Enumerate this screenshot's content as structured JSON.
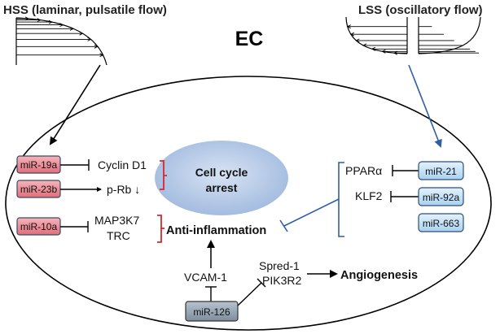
{
  "flows": {
    "hss": "HSS (laminar, pulsatile flow)",
    "lss": "LSS (oscillatory flow)"
  },
  "cell": {
    "label": "EC"
  },
  "left_mirnas": {
    "mir19a": "miR-19a",
    "mir23b": "miR-23b",
    "mir10a": "miR-10a"
  },
  "left_targets": {
    "cyclin_d1": "Cyclin D1",
    "prb": "p-Rb ↓",
    "map3k7": "MAP3K7",
    "trc": "TRC"
  },
  "cell_cycle": {
    "line1": "Cell cycle",
    "line2": "arrest"
  },
  "anti_inflammation": "Anti-inflammation",
  "right_mirnas": {
    "mir21": "miR-21",
    "mir92a": "miR-92a",
    "mir663": "miR-663"
  },
  "right_targets": {
    "ppara": "PPARα",
    "klf2": "KLF2"
  },
  "bottom": {
    "vcam1": "VCAM-1",
    "spred1": "Spred-1",
    "pik3r2": "PIK3R2",
    "angiogenesis": "Angiogenesis",
    "mir126": "miR-126"
  },
  "colors": {
    "pink_box": "#e87d88",
    "blue_box": "#b9dcf3",
    "gray_box": "#8b9aa9",
    "blue_arrow": "#2e5ea3",
    "red_bracket": "#d9262c",
    "cell_cycle_fill": "#a9bfe0"
  }
}
